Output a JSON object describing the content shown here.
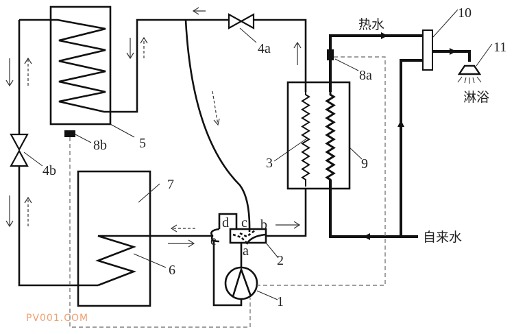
{
  "diagram": {
    "components": {
      "compressor": "1",
      "four_way_valve": "2",
      "water_coil": "3",
      "expansion_valve_a": "4a",
      "expansion_valve_b": "4b",
      "outdoor_coil": "5",
      "tank_coil": "6",
      "storage_tank": "7",
      "sensor_a": "8a",
      "sensor_b": "8b",
      "plate_exchanger": "9",
      "mixing_valve": "10",
      "shower_head": "11"
    },
    "valve_ports": {
      "a": "a",
      "b": "b",
      "c": "c",
      "d": "d",
      "e": "e"
    },
    "water_labels": {
      "hot_water": "热水",
      "shower": "淋浴",
      "tap_water": "自来水"
    },
    "watermark": "PV001.COM",
    "colors": {
      "line": "#111111",
      "dashed": "#666666",
      "watermark": "#f0a070"
    }
  }
}
